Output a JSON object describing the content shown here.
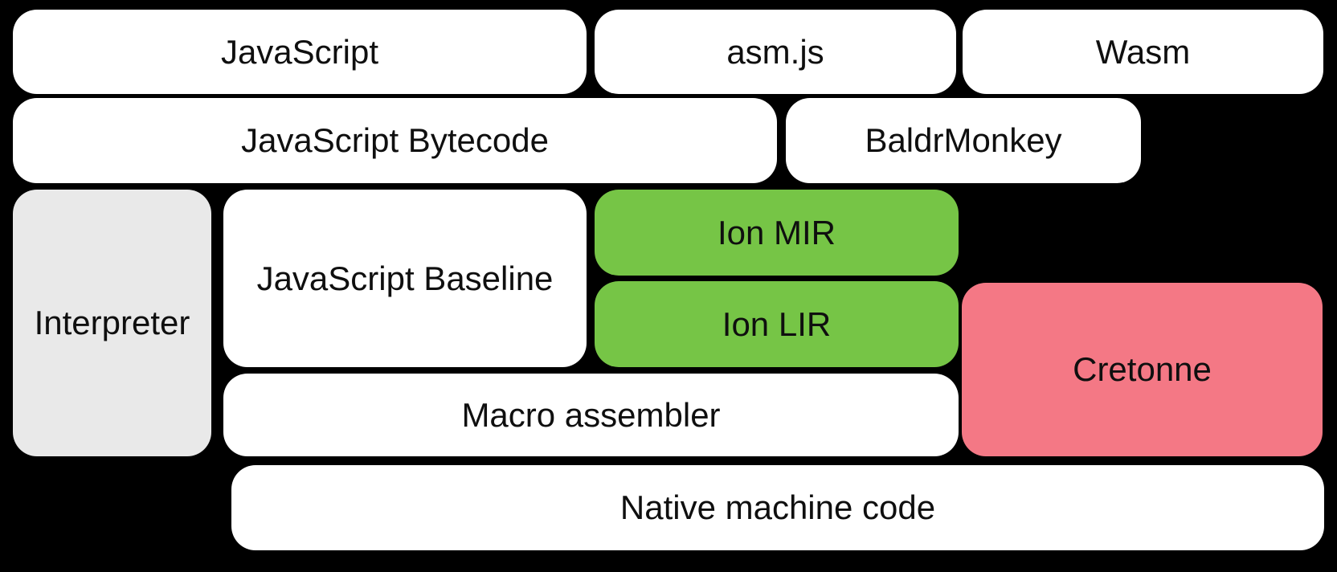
{
  "diagram": {
    "description": "Compiler pipeline diagram showing how JavaScript, asm.js and Wasm sources flow through SpiderMonkey compilation tiers down to native machine code",
    "colors": {
      "background": "#000000",
      "box_default": "#ffffff",
      "box_interpreter": "#e9e9e9",
      "box_ion": "#76c546",
      "box_cretonne": "#f47885",
      "text": "#0f0f0f"
    },
    "nodes": {
      "javascript": {
        "label": "JavaScript"
      },
      "asmjs": {
        "label": "asm.js"
      },
      "wasm": {
        "label": "Wasm"
      },
      "bytecode": {
        "label": "JavaScript Bytecode"
      },
      "baldrmonkey": {
        "label": "BaldrMonkey"
      },
      "interpreter": {
        "label": "Interpreter"
      },
      "baseline": {
        "label": "JavaScript Baseline"
      },
      "ionmir": {
        "label": "Ion MIR"
      },
      "ionlir": {
        "label": "Ion LIR"
      },
      "cretonne": {
        "label": "Cretonne"
      },
      "macro": {
        "label": "Macro assembler"
      },
      "native": {
        "label": "Native machine code"
      }
    }
  }
}
